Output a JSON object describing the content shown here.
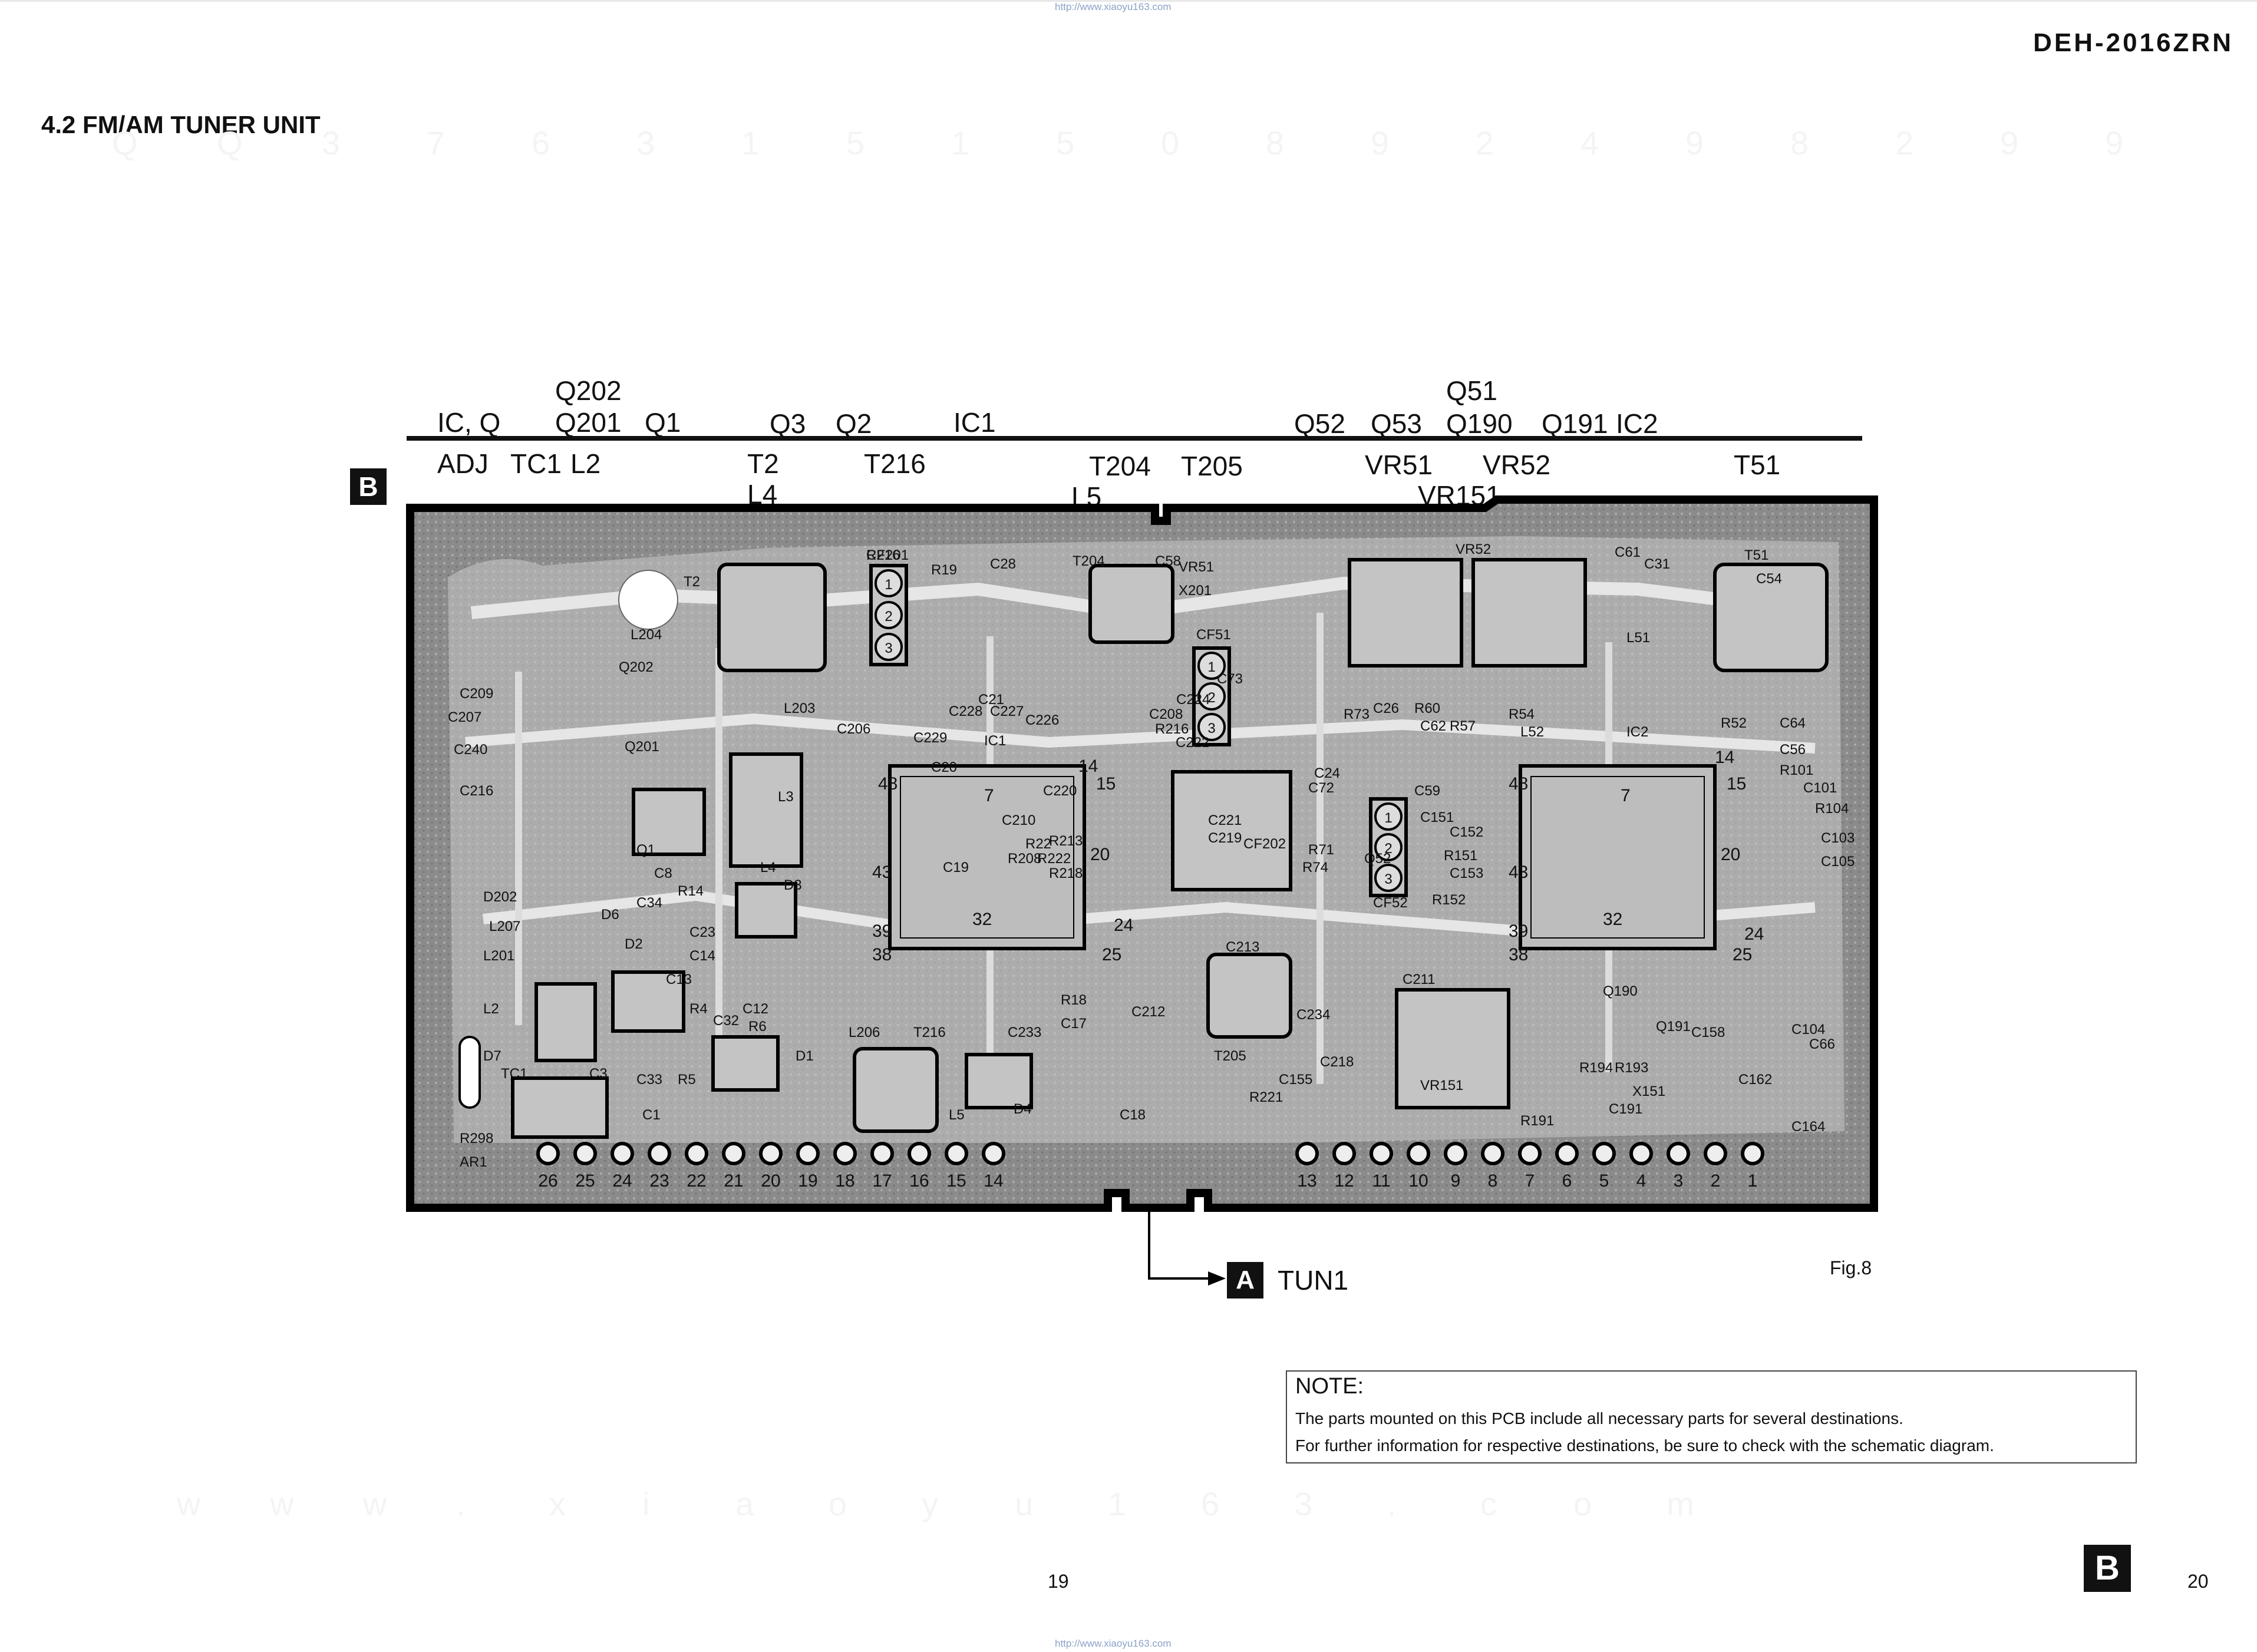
{
  "header": {
    "url_top": "http://www.xiaoyu163.com",
    "model": "DEH-2016ZRN",
    "section_title": "4.2 FM/AM TUNER UNIT",
    "watermark_row": [
      "Q",
      "Q",
      "3",
      "7",
      "6",
      "3",
      "1",
      "5",
      "1",
      "5",
      "0",
      "8",
      "9",
      "2",
      "4",
      "9",
      "8",
      "2",
      "9",
      "9"
    ],
    "watermark_site": [
      "w",
      "w",
      "w",
      ".",
      "x",
      "i",
      "a",
      "o",
      "y",
      "u",
      "1",
      "6",
      "3",
      ".",
      "c",
      "o",
      "m"
    ]
  },
  "locator": {
    "row1": [
      "IC, Q",
      "Q202",
      "Q201",
      "Q1",
      "Q3",
      "Q2",
      "IC1",
      "Q52",
      "Q53",
      "Q51",
      "Q190",
      "Q191",
      "IC2"
    ],
    "row2": [
      "ADJ",
      "TC1",
      "L2",
      "T2",
      "L4",
      "T216",
      "T204",
      "T205",
      "L5",
      "VR51",
      "VR52",
      "VR151",
      "T51"
    ]
  },
  "pcb": {
    "side_marker": "B",
    "components": [
      "CF201",
      "R19",
      "C28",
      "T2",
      "L204",
      "Q202",
      "C209",
      "C207",
      "C240",
      "C216",
      "Q201",
      "Q1",
      "L203",
      "C206",
      "C229",
      "IC1",
      "C228",
      "C227",
      "C226",
      "T204",
      "C58",
      "VR51",
      "X201",
      "CF51",
      "C73",
      "CF202",
      "Q52",
      "C26",
      "R60",
      "C62",
      "R57",
      "R54",
      "L52",
      "IC2",
      "VR52",
      "C61",
      "C31",
      "T51",
      "C54",
      "L51",
      "R52",
      "C64",
      "C56",
      "R101",
      "C101",
      "R104",
      "C103",
      "C105",
      "L3",
      "L4",
      "D3",
      "C8",
      "R14",
      "C34",
      "D202",
      "L207",
      "D6",
      "D2",
      "C23",
      "C14",
      "C13",
      "C12",
      "R6",
      "L201",
      "L2",
      "D7",
      "TC1",
      "C3",
      "C32",
      "C33",
      "R5",
      "C1",
      "R4",
      "D1",
      "R298",
      "AR1",
      "L206",
      "T216",
      "C233",
      "D4",
      "C18",
      "L5",
      "R18",
      "C17",
      "C212",
      "C213",
      "T205",
      "C234",
      "C218",
      "C155",
      "R221",
      "C211",
      "VR151",
      "Q190",
      "Q191",
      "C158",
      "C104",
      "C66",
      "R194",
      "R193",
      "X151",
      "C162",
      "C191",
      "R191",
      "C164",
      "C59",
      "C151",
      "C152",
      "R151",
      "C153",
      "CF52",
      "R152",
      "R216",
      "C208",
      "C222",
      "C224",
      "C221",
      "C219",
      "R74",
      "R71",
      "C72",
      "R22",
      "R208",
      "R222",
      "R218",
      "R213",
      "C210",
      "C220",
      "C19",
      "C20",
      "C21",
      "C24",
      "R73",
      "R216"
    ],
    "ic1_pins": [
      "48",
      "7",
      "15",
      "14",
      "20",
      "24",
      "25",
      "32",
      "39",
      "43",
      "38"
    ],
    "ic2_pins": [
      "48",
      "7",
      "14",
      "15",
      "20",
      "24",
      "25",
      "32",
      "39",
      "43",
      "38"
    ],
    "connector_left": [
      "26",
      "25",
      "24",
      "23",
      "22",
      "21",
      "20",
      "19",
      "18",
      "17",
      "16",
      "15",
      "14"
    ],
    "connector_right": [
      "13",
      "12",
      "11",
      "10",
      "9",
      "8",
      "7",
      "6",
      "5",
      "4",
      "3",
      "2",
      "1"
    ],
    "cf_pins": [
      "1",
      "2",
      "3"
    ]
  },
  "connection": {
    "marker": "A",
    "label": "TUN1"
  },
  "figure_label": "Fig.8",
  "note": {
    "title": "NOTE:",
    "line1": "The parts mounted on this PCB include all necessary parts for several destinations.",
    "line2": "For further information for respective destinations, be sure to check with the schematic diagram."
  },
  "footer": {
    "page_left": "19",
    "page_right": "20",
    "side_marker": "B",
    "url_bottom": "http://www.xiaoyu163.com"
  }
}
